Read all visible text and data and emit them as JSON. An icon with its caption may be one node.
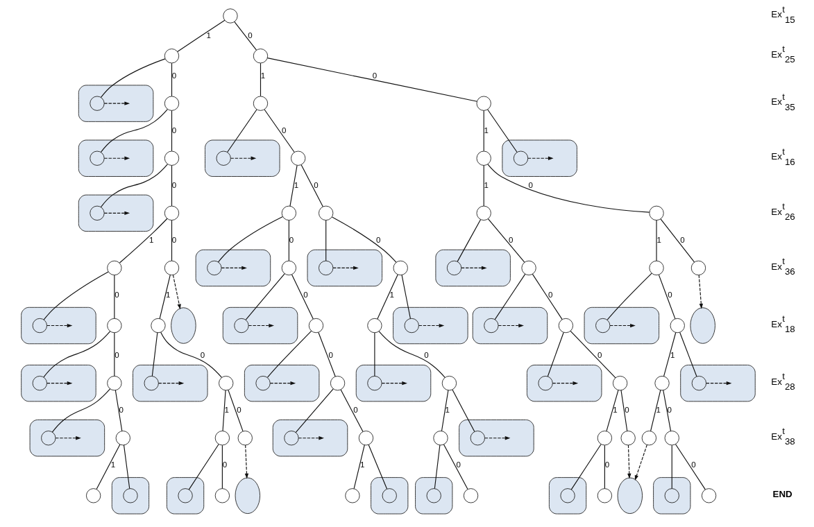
{
  "diagram": {
    "nodes": [
      {
        "text": [],
        "shape": "circle"
      },
      {
        "text": [],
        "shape": "circle"
      },
      {
        "text": [],
        "shape": "circle"
      },
      {
        "text": [],
        "shape": "ellipse"
      },
      {
        "text": [],
        "shape": "circle",
        "in": 3
      },
      {
        "text": [],
        "shape": "circle"
      },
      {
        "text": [],
        "shape": "circle"
      },
      {
        "text": [],
        "shape": "circle"
      },
      {
        "text": [],
        "shape": "ellipse"
      },
      {
        "text": [],
        "shape": "circle",
        "in": 8
      },
      {
        "text": [],
        "shape": "circle"
      },
      {
        "text": [],
        "shape": "ellipse"
      },
      {
        "text": [],
        "shape": "circle",
        "in": 11
      },
      {
        "text": [],
        "shape": "circle"
      },
      {
        "text": [],
        "shape": "circle"
      },
      {
        "text": [],
        "shape": "ellipse"
      },
      {
        "text": [],
        "shape": "circle",
        "in": 15
      },
      {
        "text": [],
        "shape": "ellipse"
      },
      {
        "text": [],
        "shape": "circle",
        "in": 17
      },
      {
        "text": [],
        "shape": "circle"
      },
      {
        "text": [],
        "shape": "circle"
      },
      {
        "text": [],
        "shape": "circle"
      },
      {
        "text": [],
        "shape": "circle"
      },
      {
        "text": [],
        "shape": "circle"
      },
      {
        "text": [],
        "shape": "circle"
      },
      {
        "text": [],
        "shape": "circle"
      },
      {
        "text": [],
        "shape": "ellipse"
      },
      {
        "text": [],
        "shape": "circle",
        "in": 26
      },
      {
        "text": [],
        "shape": "ellipse"
      },
      {
        "text": [],
        "shape": "circle",
        "in": 28
      },
      {
        "text": [],
        "shape": "circle"
      },
      {
        "text": [],
        "shape": "circle"
      },
      {
        "text": [],
        "shape": "ellipse"
      },
      {
        "text": [],
        "shape": "circle",
        "in": 32
      },
      {
        "text": [],
        "shape": "circle"
      },
      {
        "text": [],
        "shape": "circle"
      },
      {
        "text": [],
        "shape": "circle"
      },
      {
        "text": [],
        "shape": "ellipse"
      },
      {
        "text": [],
        "shape": "circle",
        "in": 37
      },
      {
        "text": [],
        "shape": "circle"
      },
      {
        "text": [],
        "shape": "circle"
      },
      {
        "text": [],
        "shape": "ellipse"
      },
      {
        "text": [],
        "shape": "ellipse"
      },
      {
        "text": [],
        "shape": "circle",
        "in": 42
      },
      {
        "text": [],
        "shape": "circle"
      },
      {
        "text": [],
        "shape": "circle"
      },
      {
        "text": [],
        "shape": "ellipse"
      },
      {
        "text": [],
        "shape": "circle",
        "in": 46
      },
      {
        "text": [],
        "shape": "ellipse"
      },
      {
        "text": [],
        "shape": "circle",
        "in": 48
      },
      {
        "text": [],
        "shape": "circle"
      },
      {
        "text": [],
        "shape": "ellipse"
      },
      {
        "text": [],
        "shape": "circle",
        "in": 51
      },
      {
        "text": [],
        "shape": "circle"
      },
      {
        "text": [],
        "shape": "ellipse"
      },
      {
        "text": [],
        "shape": "ellipse"
      },
      {
        "text": [],
        "shape": "circle",
        "in": 55
      },
      {
        "text": [],
        "shape": "circle"
      },
      {
        "text": [],
        "shape": "ellipse"
      },
      {
        "text": [],
        "shape": "circle",
        "in": 58
      },
      {
        "text": [],
        "shape": "circle"
      },
      {
        "text": [],
        "shape": "ellipse"
      },
      {
        "text": [],
        "shape": "circle",
        "in": 61
      },
      {
        "text": [],
        "shape": "circle"
      },
      {
        "text": [],
        "shape": "ellipse"
      },
      {
        "text": [],
        "shape": "circle",
        "in": 64
      },
      {
        "text": [],
        "shape": "circle"
      },
      {
        "text": [],
        "shape": "ellipse"
      },
      {
        "text": [],
        "shape": "circle",
        "in": 67
      },
      {
        "text": [],
        "shape": "circle"
      },
      {
        "text": [],
        "shape": "circle"
      },
      {
        "text": [],
        "shape": "ellipse"
      },
      {
        "text": [],
        "shape": "circle",
        "in": 71
      },
      {
        "text": [],
        "shape": "ellipse"
      },
      {
        "text": [],
        "shape": "circle",
        "in": 73
      },
      {
        "text": [],
        "shape": "circle"
      },
      {
        "text": [],
        "shape": "circle"
      },
      {
        "text": [],
        "shape": "circle"
      },
      {
        "text": [],
        "shape": "ellipse"
      },
      {
        "text": [],
        "shape": "circle",
        "in": 78
      },
      {
        "text": [],
        "shape": "circle"
      },
      {
        "text": [],
        "shape": "circle"
      },
      {
        "text": [],
        "shape": "ellipse"
      },
      {
        "text": [],
        "shape": "circle",
        "in": 82
      },
      {
        "text": [],
        "shape": "circle"
      },
      {
        "text": [],
        "shape": "circle"
      },
      {
        "text": [],
        "shape": "circle"
      },
      {
        "text": [],
        "shape": "circle"
      },
      {
        "text": [],
        "shape": "circle"
      },
      {
        "text": [],
        "shape": "ellipse"
      },
      {
        "text": [],
        "shape": "circle",
        "in": 89
      },
      {
        "text": [],
        "shape": "ellipse"
      },
      {
        "text": [],
        "shape": "circle",
        "in": 91
      },
      {
        "text": [],
        "shape": "circle"
      },
      {
        "text": [],
        "shape": "ellipse"
      },
      {
        "text": [],
        "shape": "circle"
      },
      {
        "text": [],
        "shape": "ellipse"
      },
      {
        "text": [],
        "shape": "circle",
        "in": 96
      },
      {
        "text": [],
        "shape": "ellipse"
      },
      {
        "text": [],
        "shape": "circle",
        "in": 98
      },
      {
        "text": [],
        "shape": "circle"
      },
      {
        "text": [],
        "shape": "ellipse"
      },
      {
        "text": [],
        "shape": "circle",
        "in": 101
      },
      {
        "text": [],
        "shape": "circle"
      },
      {
        "text": [],
        "shape": "ellipse"
      },
      {
        "text": [],
        "shape": "ellipse"
      },
      {
        "text": [],
        "shape": "circle",
        "in": 105
      },
      {
        "text": [],
        "shape": "circle"
      }
    ],
    "edges": [
      {
        "from": 0,
        "to": 1,
        "arrow": "none",
        "label": "1"
      },
      {
        "from": 0,
        "to": 2,
        "arrow": "none",
        "label": "0"
      },
      {
        "from": 1,
        "to": 4,
        "arrow": "none"
      },
      {
        "from": 1,
        "to": 5,
        "arrow": "none",
        "label": "0"
      },
      {
        "from": 2,
        "to": 6,
        "arrow": "none",
        "label": "1"
      },
      {
        "from": 2,
        "to": 7,
        "arrow": "none",
        "label": "0"
      },
      {
        "from": 4,
        "to": null,
        "arrow": "to",
        "style": "dashed"
      },
      {
        "from": 5,
        "to": 9,
        "arrow": "none"
      },
      {
        "from": 5,
        "to": 10,
        "arrow": "none",
        "label": "0"
      },
      {
        "from": 6,
        "to": 12,
        "arrow": "none"
      },
      {
        "from": 6,
        "to": 13,
        "arrow": "none",
        "label": "0"
      },
      {
        "from": 7,
        "to": 14,
        "arrow": "none",
        "label": "1"
      },
      {
        "from": 7,
        "to": 16,
        "arrow": "none"
      },
      {
        "from": 9,
        "to": null,
        "arrow": "to",
        "style": "dashed"
      },
      {
        "from": 12,
        "to": null,
        "arrow": "to",
        "style": "dashed"
      },
      {
        "from": 16,
        "to": null,
        "arrow": "to",
        "style": "dashed"
      },
      {
        "from": 10,
        "to": 18,
        "arrow": "none"
      },
      {
        "from": 10,
        "to": 19,
        "arrow": "none",
        "label": "0"
      },
      {
        "from": 13,
        "to": 20,
        "arrow": "none",
        "label": "1"
      },
      {
        "from": 13,
        "to": 21,
        "arrow": "none",
        "label": "0"
      },
      {
        "from": 14,
        "to": 22,
        "arrow": "none",
        "label": "1"
      },
      {
        "from": 14,
        "to": 23,
        "arrow": "none",
        "label": "0"
      },
      {
        "from": 18,
        "to": null,
        "arrow": "to",
        "style": "dashed"
      },
      {
        "from": 19,
        "to": 24,
        "arrow": "none",
        "label": "1"
      },
      {
        "from": 19,
        "to": 25,
        "arrow": "none",
        "label": "0"
      },
      {
        "from": 20,
        "to": 27,
        "arrow": "none"
      },
      {
        "from": 20,
        "to": 30,
        "arrow": "none",
        "label": "0"
      },
      {
        "from": 21,
        "to": 29,
        "arrow": "none"
      },
      {
        "from": 21,
        "to": 31,
        "arrow": "none",
        "label": "0"
      },
      {
        "from": 22,
        "to": 33,
        "arrow": "none"
      },
      {
        "from": 22,
        "to": 34,
        "arrow": "none",
        "label": "0"
      },
      {
        "from": 23,
        "to": 35,
        "arrow": "none",
        "label": "1"
      },
      {
        "from": 23,
        "to": 36,
        "arrow": "none",
        "label": "0"
      },
      {
        "from": 27,
        "to": null,
        "arrow": "to",
        "style": "dashed"
      },
      {
        "from": 29,
        "to": null,
        "arrow": "to",
        "style": "dashed"
      },
      {
        "from": 33,
        "to": null,
        "arrow": "to",
        "style": "dashed"
      },
      {
        "from": 24,
        "to": 38,
        "arrow": "none"
      },
      {
        "from": 24,
        "to": 39,
        "arrow": "none",
        "label": "0"
      },
      {
        "from": 25,
        "to": 40,
        "arrow": "none",
        "label": "1"
      },
      {
        "from": 25,
        "to": 41,
        "arrow": "to",
        "style": "dashed"
      },
      {
        "from": 30,
        "to": 43,
        "arrow": "none"
      },
      {
        "from": 30,
        "to": 44,
        "arrow": "none",
        "label": "0"
      },
      {
        "from": 31,
        "to": 45,
        "arrow": "none",
        "label": "1"
      },
      {
        "from": 31,
        "to": 47,
        "arrow": "none"
      },
      {
        "from": 34,
        "to": 49,
        "arrow": "none"
      },
      {
        "from": 34,
        "to": 50,
        "arrow": "none",
        "label": "0"
      },
      {
        "from": 35,
        "to": 52,
        "arrow": "none"
      },
      {
        "from": 35,
        "to": 53,
        "arrow": "none",
        "label": "0"
      },
      {
        "from": 36,
        "to": 54,
        "arrow": "to",
        "style": "dashed"
      },
      {
        "from": 38,
        "to": null,
        "arrow": "to",
        "style": "dashed"
      },
      {
        "from": 43,
        "to": null,
        "arrow": "to",
        "style": "dashed"
      },
      {
        "from": 47,
        "to": null,
        "arrow": "to",
        "style": "dashed"
      },
      {
        "from": 49,
        "to": null,
        "arrow": "to",
        "style": "dashed"
      },
      {
        "from": 52,
        "to": null,
        "arrow": "to",
        "style": "dashed"
      },
      {
        "from": 39,
        "to": 56,
        "arrow": "none"
      },
      {
        "from": 39,
        "to": 57,
        "arrow": "none",
        "label": "0"
      },
      {
        "from": 40,
        "to": 59,
        "arrow": "none"
      },
      {
        "from": 40,
        "to": 60,
        "arrow": "none",
        "label": "0"
      },
      {
        "from": 44,
        "to": 62,
        "arrow": "none"
      },
      {
        "from": 44,
        "to": 63,
        "arrow": "none",
        "label": "0"
      },
      {
        "from": 45,
        "to": 65,
        "arrow": "none"
      },
      {
        "from": 45,
        "to": 66,
        "arrow": "none",
        "label": "0"
      },
      {
        "from": 50,
        "to": 68,
        "arrow": "none"
      },
      {
        "from": 50,
        "to": 69,
        "arrow": "none",
        "label": "0"
      },
      {
        "from": 53,
        "to": 70,
        "arrow": "none",
        "label": "1"
      },
      {
        "from": 53,
        "to": 72,
        "arrow": "none"
      },
      {
        "from": 56,
        "to": null,
        "arrow": "to",
        "style": "dashed"
      },
      {
        "from": 59,
        "to": null,
        "arrow": "to",
        "style": "dashed"
      },
      {
        "from": 62,
        "to": null,
        "arrow": "to",
        "style": "dashed"
      },
      {
        "from": 65,
        "to": null,
        "arrow": "to",
        "style": "dashed"
      },
      {
        "from": 68,
        "to": null,
        "arrow": "to",
        "style": "dashed"
      },
      {
        "from": 72,
        "to": null,
        "arrow": "to",
        "style": "dashed"
      },
      {
        "from": 57,
        "to": 74,
        "arrow": "none"
      },
      {
        "from": 57,
        "to": 75,
        "arrow": "none",
        "label": "0"
      },
      {
        "from": 60,
        "to": 76,
        "arrow": "none",
        "label": "1"
      },
      {
        "from": 60,
        "to": 77,
        "arrow": "none",
        "label": "0"
      },
      {
        "from": 63,
        "to": 79,
        "arrow": "none"
      },
      {
        "from": 63,
        "to": 80,
        "arrow": "none",
        "label": "0"
      },
      {
        "from": 66,
        "to": 81,
        "arrow": "none",
        "label": "1"
      },
      {
        "from": 66,
        "to": 83,
        "arrow": "none"
      },
      {
        "from": 69,
        "to": 84,
        "arrow": "none",
        "label": "1"
      },
      {
        "from": 69,
        "to": 85,
        "arrow": "none",
        "label": "0"
      },
      {
        "from": 70,
        "to": 86,
        "arrow": "none",
        "label": "1"
      },
      {
        "from": 70,
        "to": 87,
        "arrow": "none",
        "label": "0"
      },
      {
        "from": 74,
        "to": null,
        "arrow": "to",
        "style": "dashed"
      },
      {
        "from": 79,
        "to": null,
        "arrow": "to",
        "style": "dashed"
      },
      {
        "from": 83,
        "to": null,
        "arrow": "to",
        "style": "dashed"
      },
      {
        "from": 75,
        "to": 88,
        "arrow": "none",
        "label": "1"
      },
      {
        "from": 75,
        "to": 90,
        "arrow": "none"
      },
      {
        "from": 76,
        "to": 92,
        "arrow": "none"
      },
      {
        "from": 76,
        "to": 93,
        "arrow": "none",
        "label": "0"
      },
      {
        "from": 77,
        "to": 94,
        "arrow": "to",
        "style": "dashed"
      },
      {
        "from": 80,
        "to": 95,
        "arrow": "none",
        "label": "1"
      },
      {
        "from": 80,
        "to": 97,
        "arrow": "none"
      },
      {
        "from": 81,
        "to": 99,
        "arrow": "none"
      },
      {
        "from": 81,
        "to": 100,
        "arrow": "none",
        "label": "0"
      },
      {
        "from": 84,
        "to": 102,
        "arrow": "none"
      },
      {
        "from": 84,
        "to": 103,
        "arrow": "none",
        "label": "0"
      },
      {
        "from": 85,
        "to": 104,
        "arrow": "to",
        "style": "dashed"
      },
      {
        "from": 86,
        "to": 104,
        "arrow": "to",
        "style": "dashed"
      },
      {
        "from": 87,
        "to": 106,
        "arrow": "none"
      },
      {
        "from": 87,
        "to": 107,
        "arrow": "none",
        "label": "0"
      }
    ],
    "labels": [
      "Ex$^{t}$$_{15}$",
      "Ex$^{t}$$_{25}$",
      "Ex$^{t}$$_{35}$",
      "Ex$^{t}$$_{16}$",
      "Ex$^{t}$$_{26}$",
      "Ex$^{t}$$_{36}$",
      "Ex$^{t}$$_{18}$",
      "Ex$^{t}$$_{28}$",
      "Ex$^{t}$$_{38}$",
      "END"
    ]
  }
}
